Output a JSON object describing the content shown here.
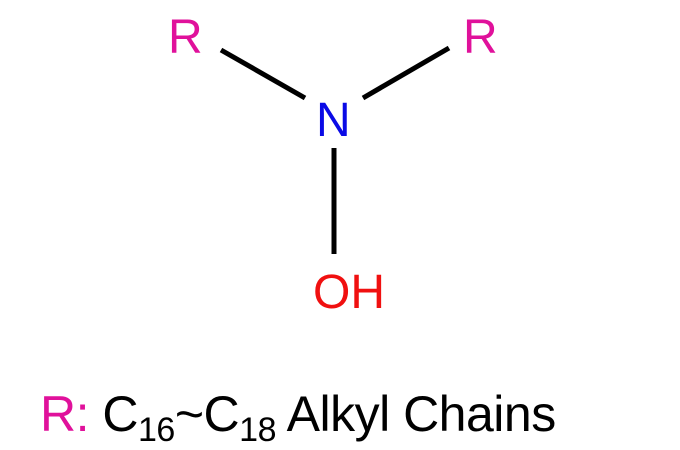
{
  "molecule": {
    "atoms": {
      "r_left": {
        "label": "R",
        "color": "#e0119b"
      },
      "r_right": {
        "label": "R",
        "color": "#e0119b"
      },
      "nitrogen": {
        "label": "N",
        "color": "#0a0ae6"
      },
      "hydroxyl": {
        "label": "OH",
        "color": "#f01010"
      }
    },
    "bond_color": "#000000",
    "bonds": [
      {
        "from": "r_left",
        "to": "nitrogen"
      },
      {
        "from": "r_right",
        "to": "nitrogen"
      },
      {
        "from": "nitrogen",
        "to": "hydroxyl"
      }
    ]
  },
  "caption": {
    "r_label": "R:",
    "c1": "C",
    "sub1": "16",
    "tilde": "~",
    "c2": "C",
    "sub2": "18",
    "rest": " Alkyl Chains"
  }
}
